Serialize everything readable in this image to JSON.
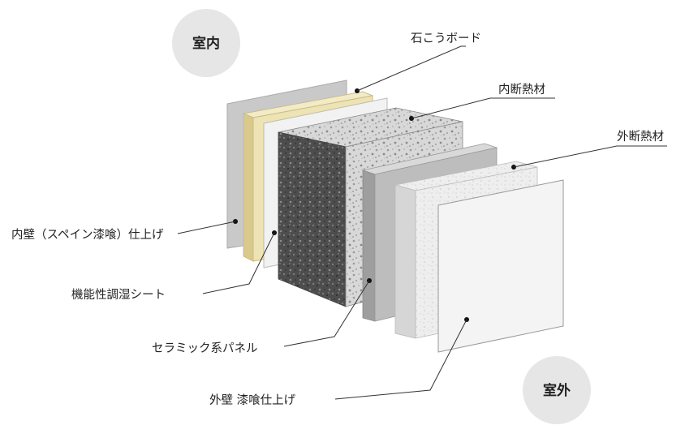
{
  "badges": {
    "indoor": "室内",
    "outdoor": "室外"
  },
  "layers": {
    "gypsum_board": "石こうボード",
    "inner_insulation": "内断熱材",
    "outer_insulation": "外断熱材",
    "inner_wall_finish": "内壁（スペイン漆喰）仕上げ",
    "humidity_sheet": "機能性調湿シート",
    "ceramic_panel": "セラミック系パネル",
    "outer_wall_finish": "外壁 漆喰仕上げ"
  },
  "colors": {
    "badge_fill": "#e6e6e6",
    "plaster_gray": "#cfcfcf",
    "sheet_yellow": "#eee3b4",
    "gypsum_white": "#f2f2f2",
    "insulation_dark": "#4a4a4a",
    "ceramic_gray": "#bdbdbd",
    "outer_insulation": "#e9e9e9",
    "outer_plaster": "#f4f4f4"
  }
}
